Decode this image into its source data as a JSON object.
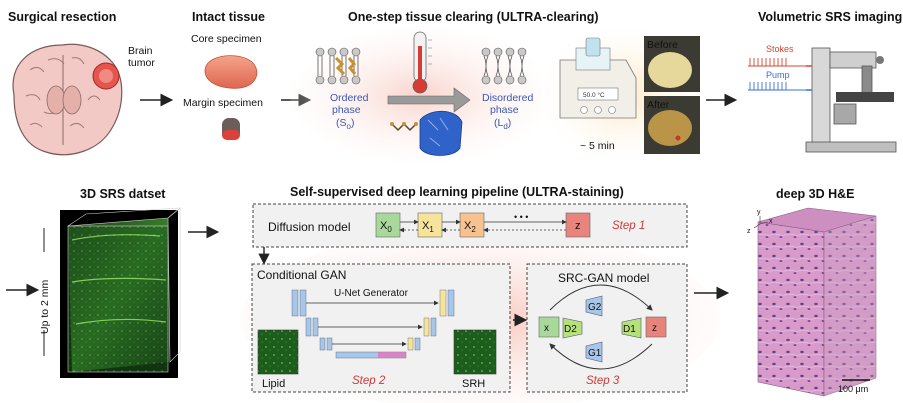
{
  "top": {
    "surgical_resection": "Surgical resection",
    "brain_tumor_line1": "Brain",
    "brain_tumor_line2": "tumor",
    "intact_tissue": "Intact tissue",
    "core_specimen": "Core specimen",
    "margin_specimen": "Margin specimen",
    "one_step_title": "One-step tissue clearing (ULTRA-clearing)",
    "ordered_phase_1": "Ordered",
    "ordered_phase_2": "phase",
    "ordered_phase_3": "(S",
    "ordered_phase_sub": "o",
    "disordered_phase_1": "Disordered",
    "disordered_phase_2": "phase",
    "disordered_phase_3": "(L",
    "disordered_phase_sub": "d",
    "heater_temp": "50.0 °C",
    "time": "~ 5 min",
    "before": "Before",
    "after": "After",
    "volumetric_title": "Volumetric SRS imaging",
    "stokes": "Stokes",
    "pump": "Pump"
  },
  "bottom": {
    "dataset_title": "3D SRS datset",
    "depth_label": "Up to 2 mm",
    "pipeline_title": "Self-supervised deep learning pipeline (ULTRA-staining)",
    "diffusion_model": "Diffusion model",
    "x0": "X",
    "x0_sub": "0",
    "x1": "X",
    "x1_sub": "1",
    "x2": "X",
    "x2_sub": "2",
    "dots": "• • •",
    "z": "z",
    "step1": "Step 1",
    "conditional_gan": "Conditional GAN",
    "unet_generator": "U-Net Generator",
    "lipid": "Lipid",
    "srh": "SRH",
    "step2": "Step 2",
    "src_gan": "SRC-GAN model",
    "g2": "G2",
    "g1": "G1",
    "d1": "D1",
    "d2": "D2",
    "x": "x",
    "z2": "z",
    "step3": "Step 3",
    "he_title": "deep 3D H&E",
    "axis_y": "y",
    "axis_x": "x",
    "axis_z": "z",
    "scale_bar": "100 μm"
  },
  "colors": {
    "pink_glow": "#f7c9c2",
    "green_node": "#a8d89a",
    "yellow_node": "#f5e49a",
    "orange_node": "#f6c28f",
    "red_node": "#e8847c",
    "blue_gen": "#a7c7e8",
    "tissue_pink": "#d48ac0"
  }
}
